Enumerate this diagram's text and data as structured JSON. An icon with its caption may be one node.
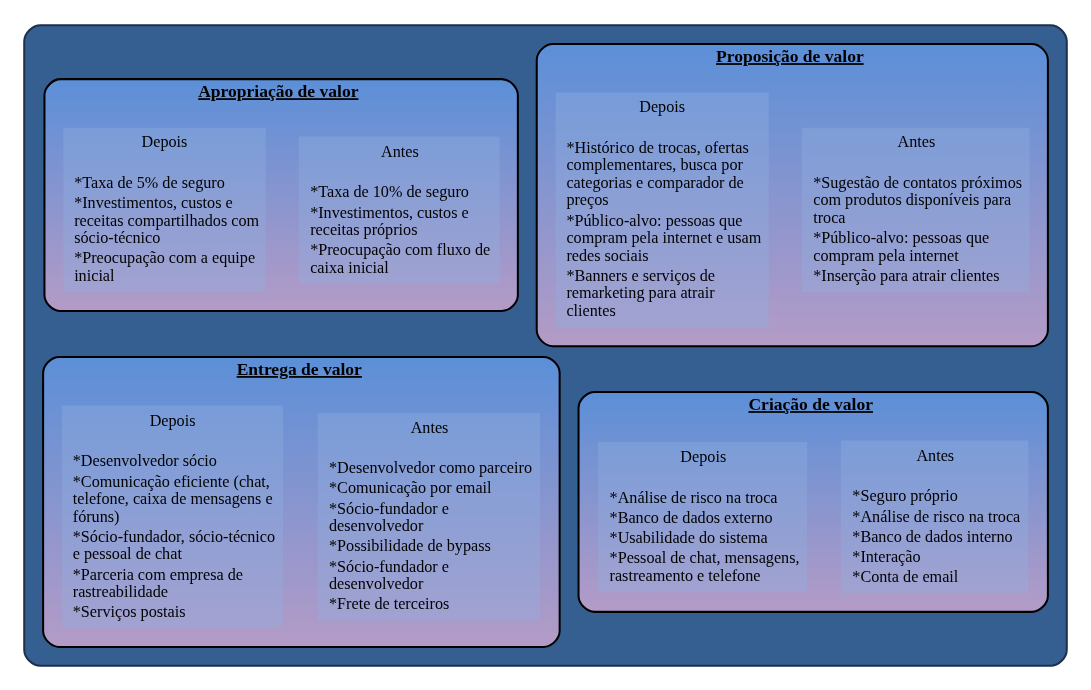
{
  "diagram": {
    "nodes": [
      {
        "text": [],
        "shape": "box"
      },
      {
        "text": [
          "Proposição de valor"
        ],
        "in": 0
      },
      {
        "text": [
          "Antes",
          "*Sugestão de contatos próximos com produtos disponíveis para troca",
          "*Público-alvo: pessoas que compram pela internet",
          "*Inserção para atrair clientes"
        ],
        "in": 1
      },
      {
        "text": [
          "Depois",
          "*Histórico de trocas, ofertas complementares, busca por categorias e comparador de preços",
          "*Público-alvo: pessoas que compram pela internet e usam redes sociais",
          "*Banners e serviços de remarketing para atrair clientes"
        ],
        "in": 1
      },
      {
        "text": [
          "Apropriação de valor"
        ],
        "in": 0
      },
      {
        "text": [
          "Antes",
          "*Taxa de 10% de seguro",
          "*Investimentos, custos e receitas próprios",
          "*Preocupação com fluxo de caixa inicial"
        ],
        "in": 4
      },
      {
        "text": [
          "Depois",
          "*Taxa de 5% de seguro",
          "*Investimentos, custos e receitas compartilhados com sócio-técnico",
          "*Preocupação com a equipe inicial"
        ],
        "in": 4
      },
      {
        "text": [
          "Criação de valor"
        ],
        "in": 0
      },
      {
        "text": [
          "Antes",
          "*Seguro próprio",
          "*Análise de risco na troca",
          "*Banco de dados interno",
          "*Interação",
          "*Conta de email"
        ],
        "in": 7
      },
      {
        "text": [
          "Depois",
          "*Análise de risco na troca",
          "*Banco de dados externo",
          "*Usabilidade do sistema",
          "*Pessoal de chat, mensagens, rastreamento e telefone"
        ],
        "in": 7
      },
      {
        "text": [
          "Entrega de valor"
        ],
        "in": 0
      },
      {
        "text": [
          "Antes",
          "*Desenvolvedor como parceiro",
          "*Comunicação por email",
          "*Sócio-fundador e desenvolvedor",
          "*Possibilidade de bypass",
          "*Sócio-fundador e desenvolvedor",
          "*Frete de terceiros"
        ],
        "in": 10
      },
      {
        "text": [
          "Depois",
          "*Desenvolvedor sócio",
          "*Comunicação eficiente (chat, telefone, caixa de mensagens e fóruns)",
          "*Sócio-fundador, sócio-técnico e pessoal de chat",
          "*Parceria com empresa de rastreabilidade",
          "*Serviços postais"
        ],
        "in": 10
      }
    ]
  }
}
